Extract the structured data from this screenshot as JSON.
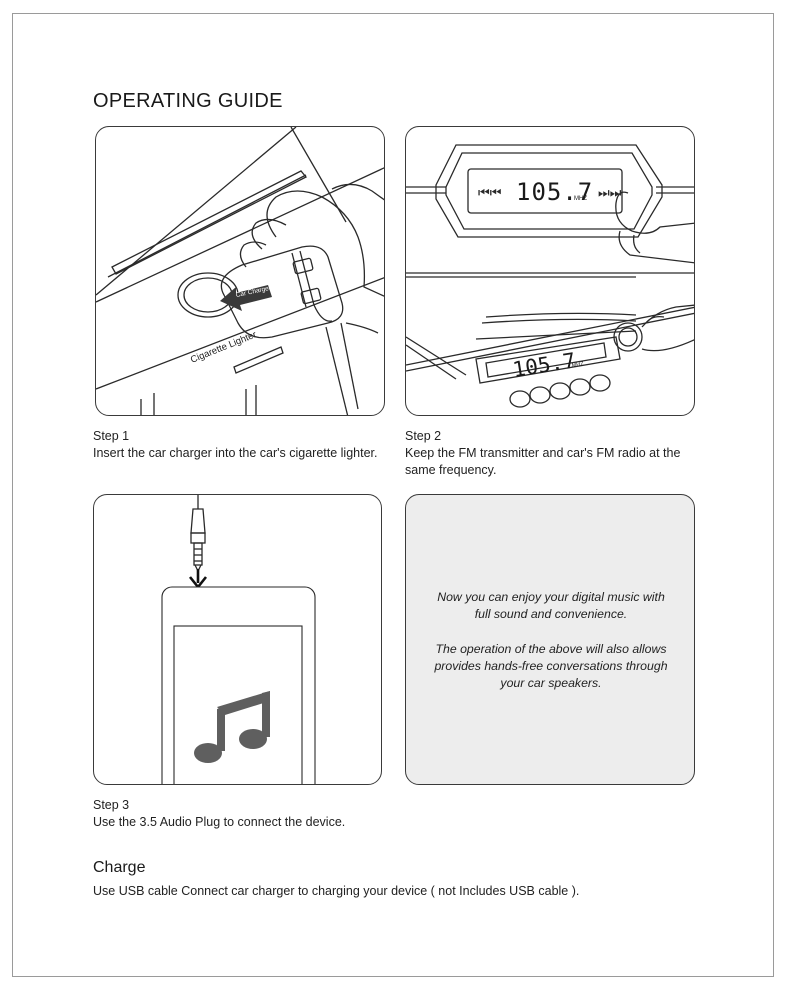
{
  "title": "OPERATING GUIDE",
  "steps": [
    {
      "label": "Step 1",
      "description": "Insert the car charger into the car's cigarette lighter.",
      "illustration": {
        "sticker_text": "Car Charger",
        "caption": "Cigarette Lighter"
      }
    },
    {
      "label": "Step 2",
      "description_lines": [
        "Keep the FM transmitter and car's FM radio at the",
        "same frequency."
      ],
      "illustration": {
        "display_frequency": "105.7",
        "display_unit": "MHZ",
        "prev_symbol": "⏮⏮",
        "next_symbol": "⏭⏭"
      }
    },
    {
      "label": "Step 3",
      "description": "Use the 3.5 Audio Plug to connect the device.",
      "illustration": {
        "icon": "music-note-icon"
      }
    }
  ],
  "note": {
    "paragraph_1_lines": [
      "Now you can enjoy your digital music with",
      "full sound and convenience."
    ],
    "paragraph_2_lines": [
      "The operation of the above will also allows",
      "provides hands-free conversations through",
      "your car speakers."
    ]
  },
  "charge": {
    "title": "Charge",
    "description": "Use USB cable Connect car charger to charging your device ( not Includes USB cable )."
  },
  "colors": {
    "frame_border": "#9a9a9a",
    "panel_border": "#3a3a3a",
    "note_background": "#ededed",
    "music_icon": "#5f5f5f"
  }
}
